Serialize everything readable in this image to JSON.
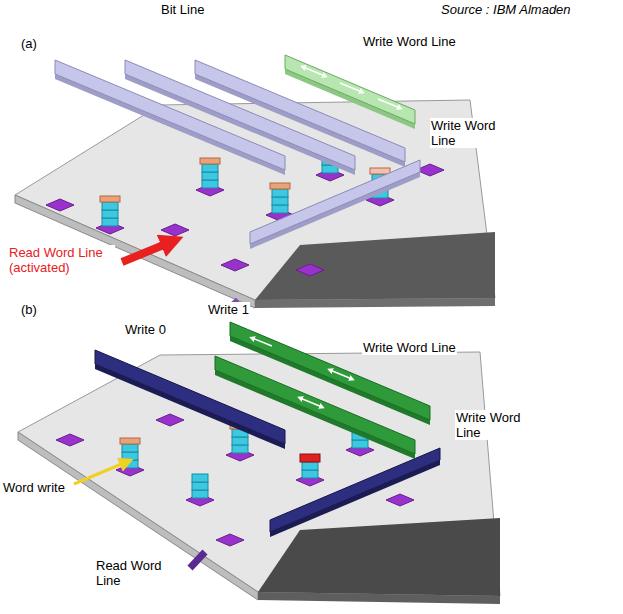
{
  "diagram": {
    "labels": [
      "Bit Line",
      "Source : IBM Almaden",
      "(a)",
      "Write Word Line",
      "Write Word Line",
      "Read Word Line (activated)",
      "(b)",
      "Write 1",
      "Write 0",
      "Write Word Line",
      "Write Word Line",
      "Word write",
      "Read Word Line"
    ]
  }
}
